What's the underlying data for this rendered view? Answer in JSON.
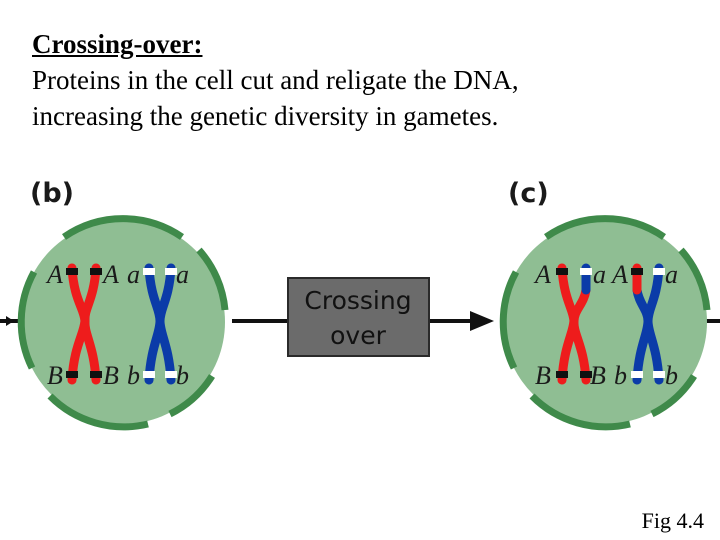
{
  "heading": {
    "title": "Crossing-over:",
    "line1": "Proteins in the cell cut and religate the DNA,",
    "line2": "increasing the genetic diversity in gametes."
  },
  "panels": {
    "left": {
      "label": "(b)",
      "alleles": [
        "A",
        "A",
        "a",
        "a",
        "B",
        "B",
        "b",
        "b"
      ]
    },
    "right": {
      "label": "(c)",
      "alleles": [
        "A",
        "a",
        "A",
        "a",
        "B",
        "B",
        "b",
        "b"
      ]
    }
  },
  "process_box": {
    "line1": "Crossing",
    "line2": "over"
  },
  "caption": "Fig 4.4",
  "colors": {
    "cell_fill": "#8fbe93",
    "cell_border": "#3f8a4a",
    "maternal": "#ee1c1c",
    "paternal": "#0b3ba8",
    "box_fill": "#6b6b6b",
    "arrow": "#111111"
  }
}
